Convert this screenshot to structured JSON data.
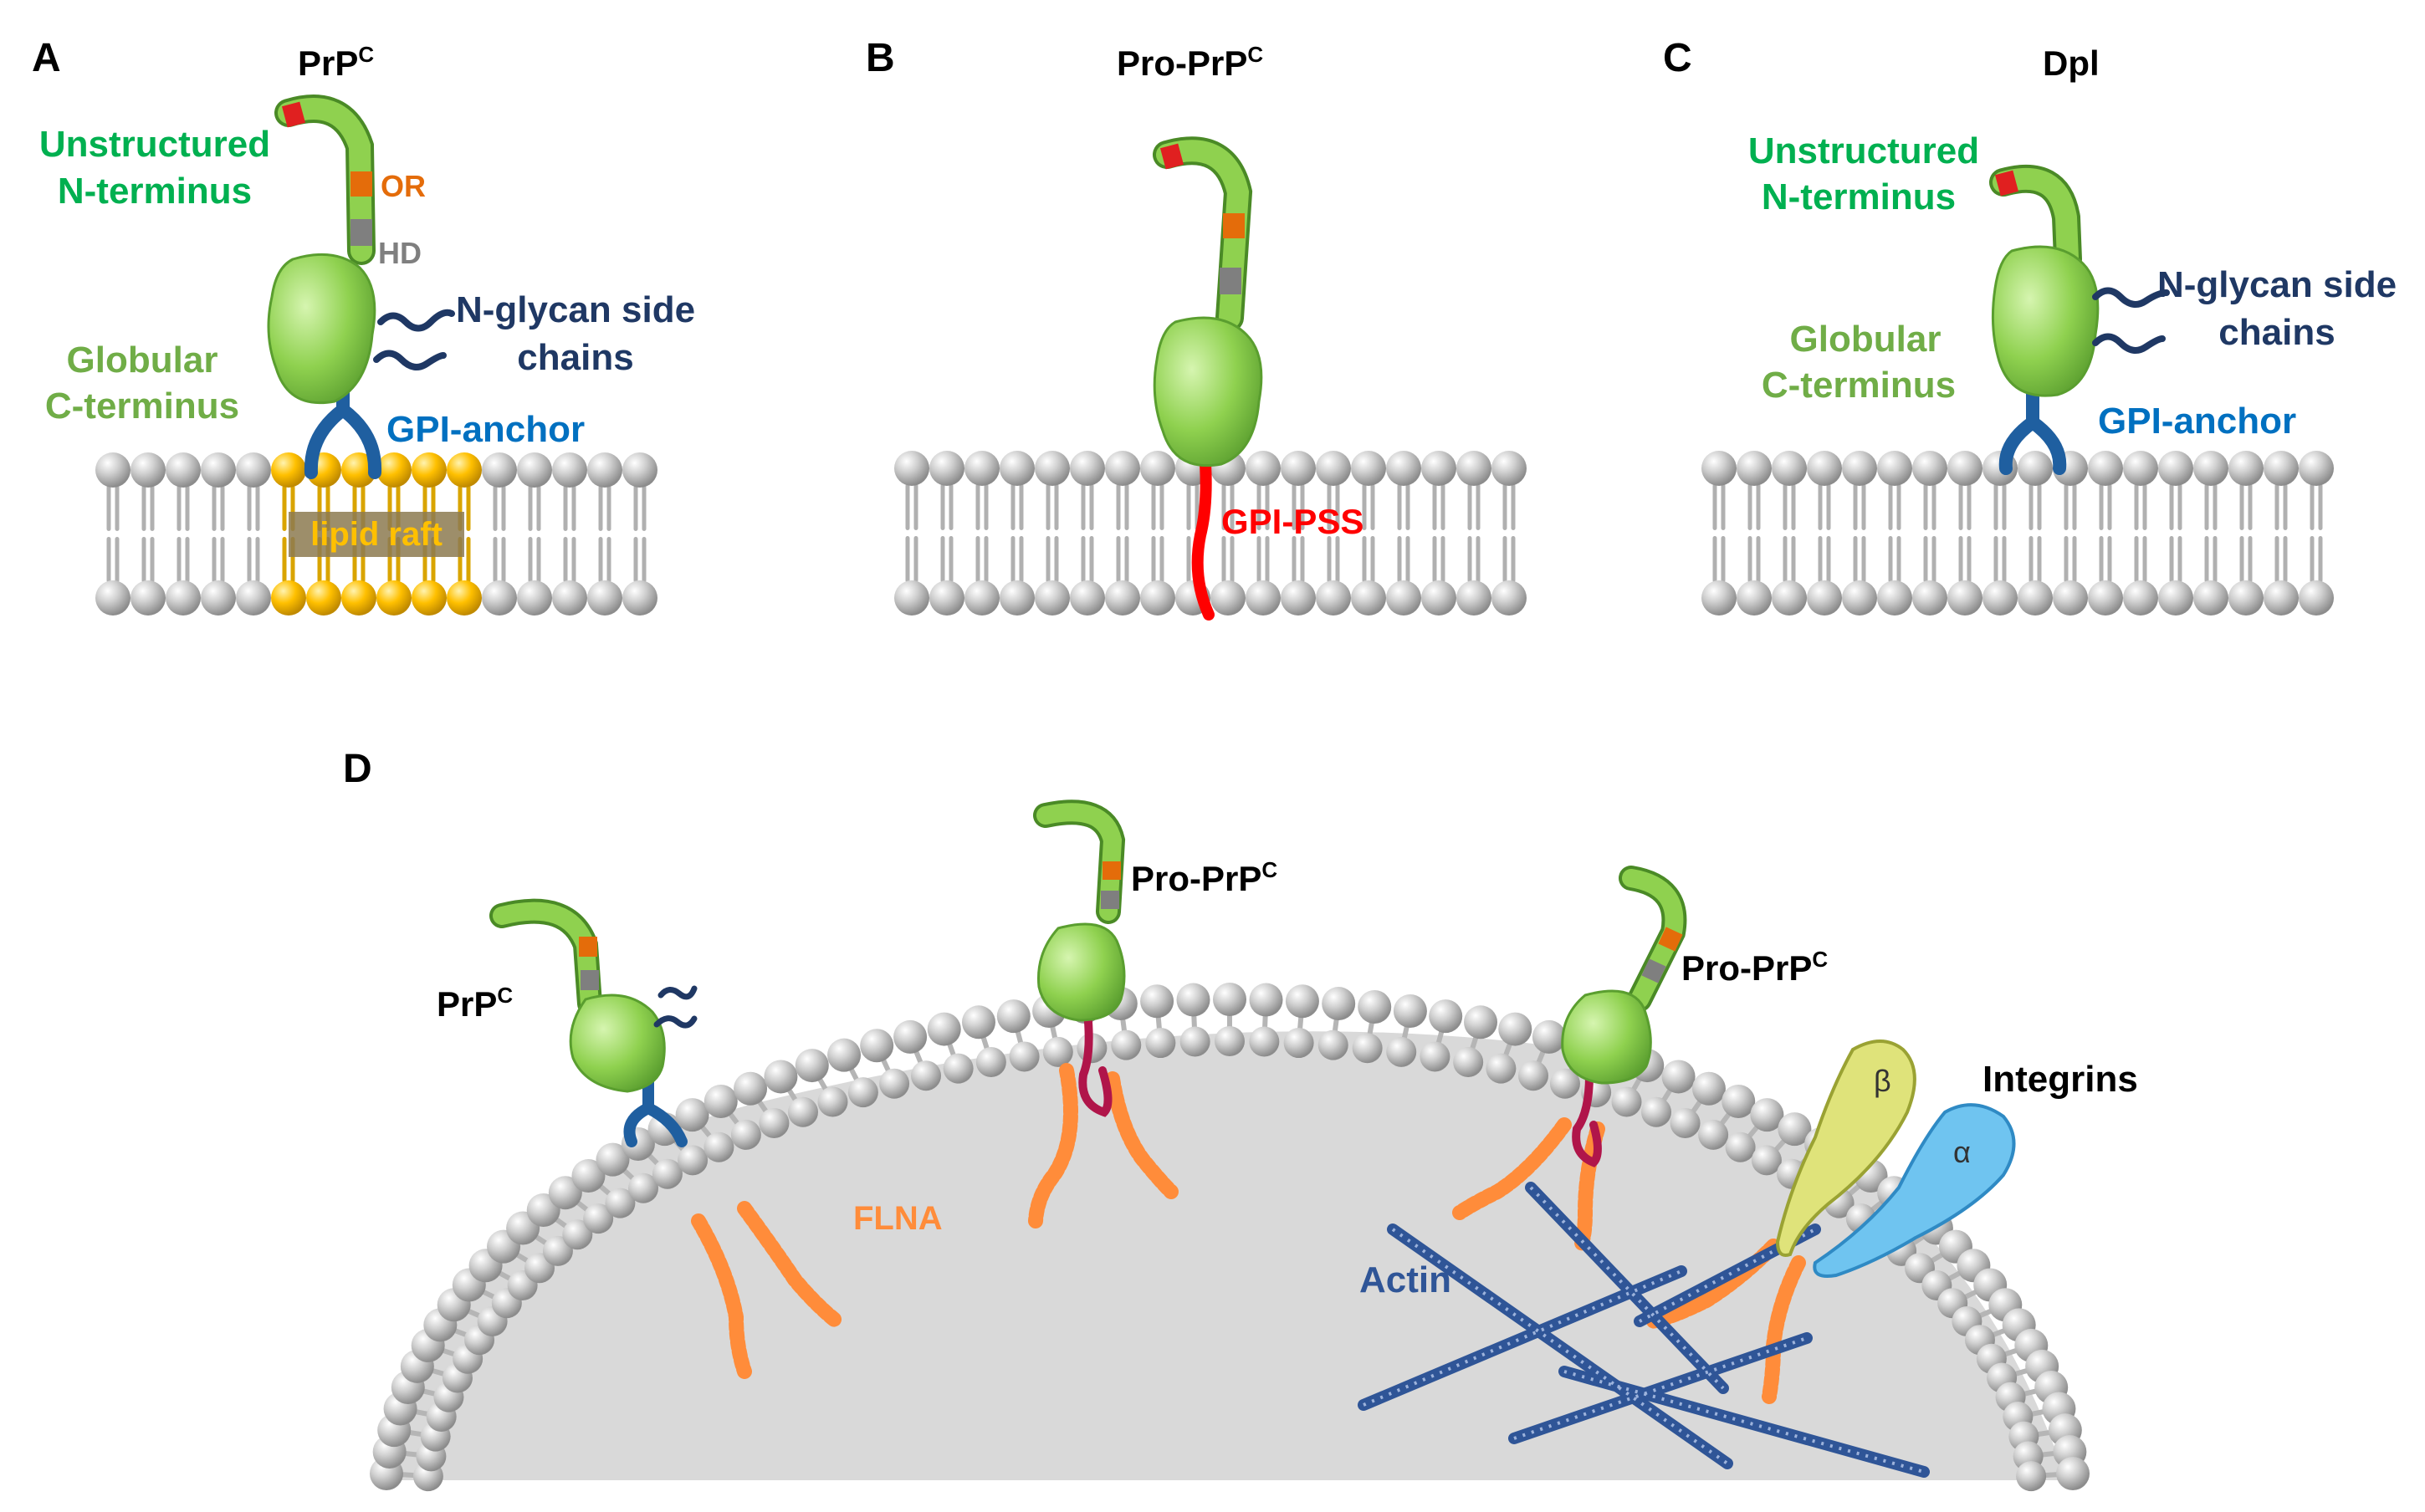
{
  "panels": {
    "A": {
      "letter": "A",
      "title_main": "PrP",
      "title_sup": "C",
      "unstructured_1": "Unstructured",
      "unstructured_2": "N-terminus",
      "or_label": "OR",
      "hd_label": "HD",
      "nglycan_1": "N-glycan side",
      "nglycan_2": "chains",
      "globular_1": "Globular",
      "globular_2": "C-terminus",
      "gpi_label": "GPI-anchor",
      "raft_label": "lipid raft"
    },
    "B": {
      "letter": "B",
      "title_main": "Pro-PrP",
      "title_sup": "C",
      "gpi_pss_label": "GPI-PSS"
    },
    "C": {
      "letter": "C",
      "title": "Dpl",
      "unstructured_1": "Unstructured",
      "unstructured_2": "N-terminus",
      "nglycan_1": "N-glycan side",
      "nglycan_2": "chains",
      "globular_1": "Globular",
      "globular_2": "C-terminus",
      "gpi_label": "GPI-anchor"
    },
    "D": {
      "letter": "D",
      "prpc_main": "PrP",
      "prpc_sup": "C",
      "propr1_main": "Pro-PrP",
      "propr1_sup": "C",
      "propr2_main": "Pro-PrP",
      "propr2_sup": "C",
      "integrins_label": "Integrins",
      "beta_label": "β",
      "alpha_label": "α",
      "flna_label": "FLNA",
      "actin_label": "Actin"
    }
  },
  "colors": {
    "protein_green": "#8fd14f",
    "protein_dark": "#5a9e2f",
    "green_text": "#00b050",
    "globular_text": "#70ad47",
    "or_orange": "#e46c0a",
    "hd_gray": "#7f7f7f",
    "glycan_navy": "#1f3864",
    "gpi_blue": "#0070c0",
    "gpi_pss_red": "#ff0000",
    "raft_gold": "#ffc000",
    "lipid_gray": "#a6a6a6",
    "flna_orange": "#ff8c3a",
    "actin_blue": "#2f5597",
    "beta_yellow": "#dfe37a",
    "alpha_blue": "#6fc4f0"
  }
}
